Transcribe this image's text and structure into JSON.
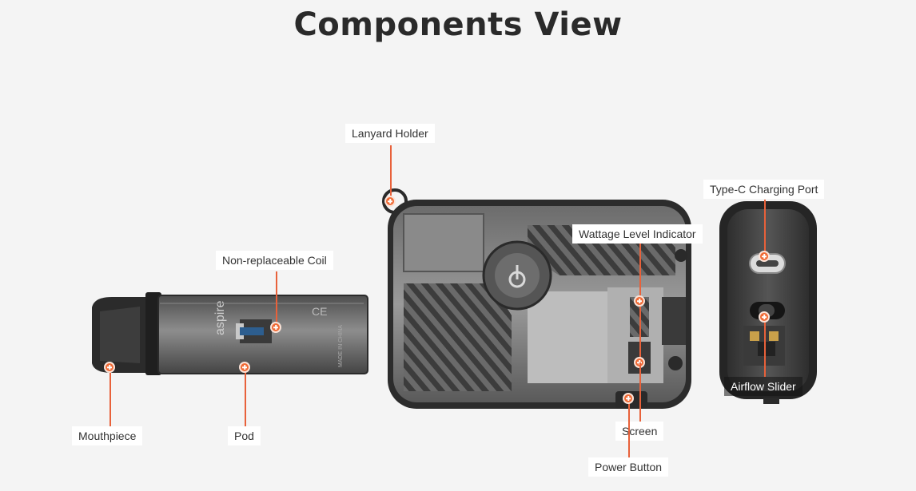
{
  "page": {
    "title": "Components View"
  },
  "brand": {
    "logo_text": "aspire"
  },
  "pod_markings": {
    "made_in": "MADE IN CHINA",
    "ce": "CE"
  },
  "colors": {
    "accent": "#f06a35",
    "background": "#f4f4f4",
    "title": "#2a2a2a"
  },
  "callouts": {
    "lanyard_holder": "Lanyard Holder",
    "type_c_port": "Type-C Charging Port",
    "non_replaceable_coil": "Non-replaceable Coil",
    "wattage_level_indicator": "Wattage Level Indicator",
    "mouthpiece": "Mouthpiece",
    "pod": "Pod",
    "screen": "Screen",
    "power_button": "Power Button",
    "airflow_slider": "Airflow Slider"
  }
}
